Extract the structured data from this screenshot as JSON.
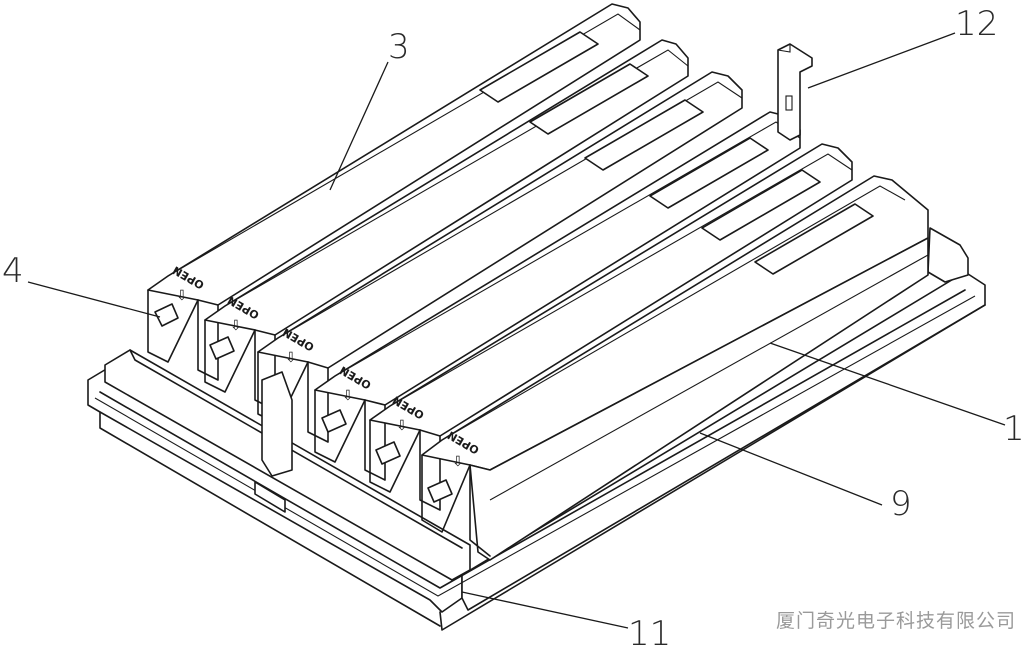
{
  "diagram": {
    "card_label": "OPEN",
    "arrow_glyph": "⇩",
    "callouts": {
      "c3": "3",
      "c12": "12",
      "c4": "4",
      "c1": "1",
      "c9": "9",
      "c11": "11"
    }
  },
  "watermark": "厦门奇光电子科技有限公司"
}
